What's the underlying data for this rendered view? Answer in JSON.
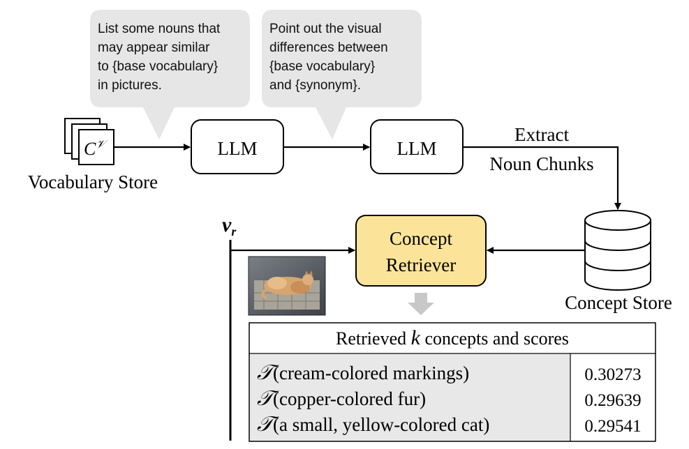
{
  "prompts": {
    "first": [
      "List some nouns that",
      "may appear similar",
      "to {base vocabulary}",
      "in pictures."
    ],
    "second": [
      "Point out the visual",
      "differences between",
      "{base vocabulary}",
      "and {synonym}."
    ]
  },
  "vocabulary_store": {
    "card_symbol": "C",
    "card_superscript": "𝒱",
    "label": "Vocabulary Store"
  },
  "llm_1": {
    "label": "LLM"
  },
  "llm_2": {
    "label": "LLM"
  },
  "extract": {
    "line1": "Extract",
    "line2": "Noun Chunks"
  },
  "concept_store": {
    "label": "Concept Store"
  },
  "retriever": {
    "line1": "Concept",
    "line2": "Retriever"
  },
  "vr_label": {
    "symbol": "v",
    "subscript": "r"
  },
  "results": {
    "header_before": "Retrieved ",
    "header_k": "k",
    "header_after": " concepts and scores",
    "rows": [
      {
        "func": "𝒯",
        "text": "(cream-colored markings)",
        "score": "0.30273"
      },
      {
        "func": "𝒯",
        "text": "(copper-colored fur)",
        "score": "0.29639"
      },
      {
        "func": "𝒯",
        "text": "(a small, yellow-colored cat)",
        "score": "0.29541"
      }
    ]
  },
  "colors": {
    "bubble_fill": "#e6e6e6",
    "retriever_fill": "#fbe49a",
    "table_shade": "#e8e8e8",
    "down_arrow": "#c8c8c8",
    "stroke": "#000000"
  },
  "icons": {
    "cat_image": "cat-photo-thumbnail",
    "database": "database-cylinder-icon",
    "down_arrow": "down-arrow-icon"
  }
}
